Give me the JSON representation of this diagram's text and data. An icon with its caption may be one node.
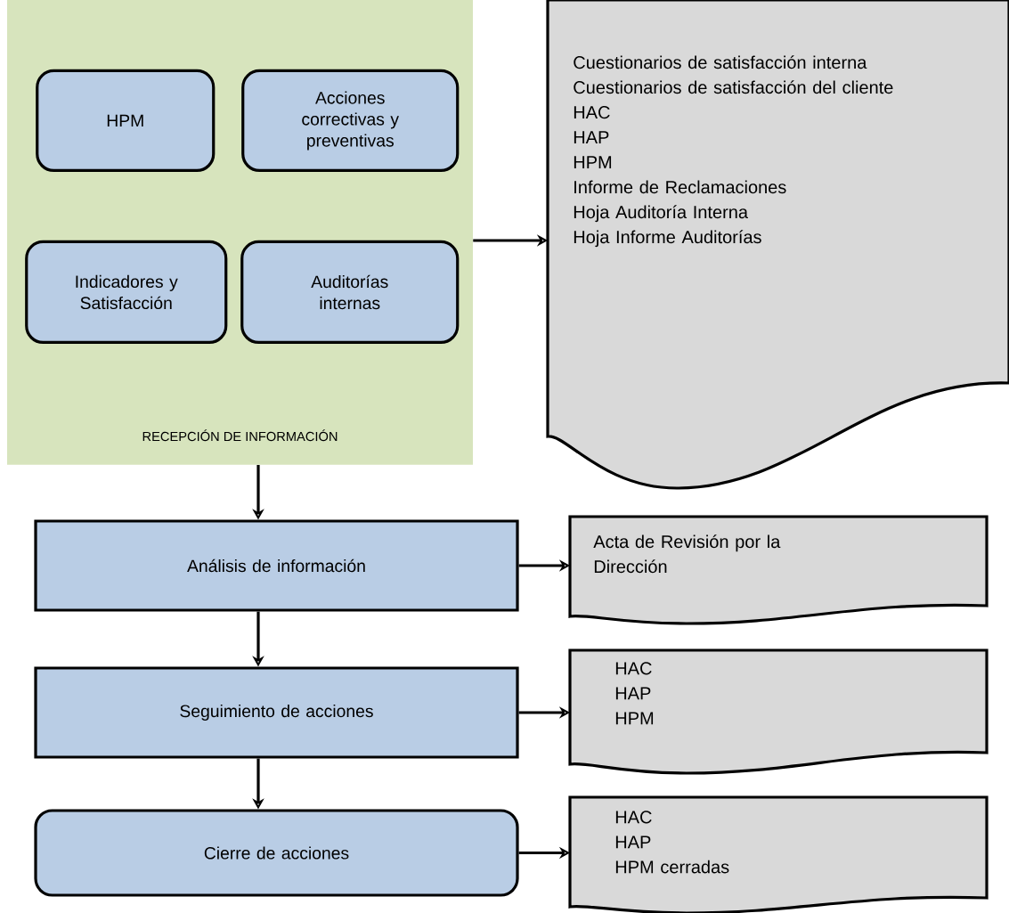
{
  "diagram": {
    "nodes": [
      {
        "text": [
          "RECEPCIÓN DE INFORMACIÓN"
        ]
      },
      {
        "text": [
          "HPM"
        ],
        "in": 0
      },
      {
        "text": [
          "Acciones correctivas y preventivas"
        ],
        "in": 0
      },
      {
        "text": [
          "Indicadores y Satisfacción"
        ],
        "in": 0
      },
      {
        "text": [
          "Auditorías internas"
        ],
        "in": 0
      },
      {
        "text": [
          "Cuestionarios de satisfacción interna",
          "Cuestionarios de satisfacción del cliente",
          "HAC",
          "HAP",
          "HPM",
          "Informe de Reclamaciones",
          "Hoja Auditoría Interna",
          "Hoja Informe Auditorías"
        ]
      },
      {
        "text": [
          "Análisis de información"
        ]
      },
      {
        "text": [
          "Acta de Revisión por la Dirección"
        ]
      },
      {
        "text": [
          "Seguimiento de acciones"
        ]
      },
      {
        "text": [
          "HAC",
          "HAP",
          "HPM"
        ]
      },
      {
        "text": [
          "Cierre de acciones"
        ]
      },
      {
        "text": [
          "HAC",
          "HAP",
          "HPM cerradas"
        ]
      }
    ],
    "edges": [
      {
        "from": 0,
        "to": 5,
        "arrow": "to"
      },
      {
        "from": 0,
        "to": 6,
        "arrow": "to"
      },
      {
        "from": 6,
        "to": 7,
        "arrow": "to"
      },
      {
        "from": 6,
        "to": 8,
        "arrow": "to"
      },
      {
        "from": 8,
        "to": 9,
        "arrow": "to"
      },
      {
        "from": 8,
        "to": 10,
        "arrow": "to"
      },
      {
        "from": 10,
        "to": 11,
        "arrow": "to"
      }
    ]
  }
}
